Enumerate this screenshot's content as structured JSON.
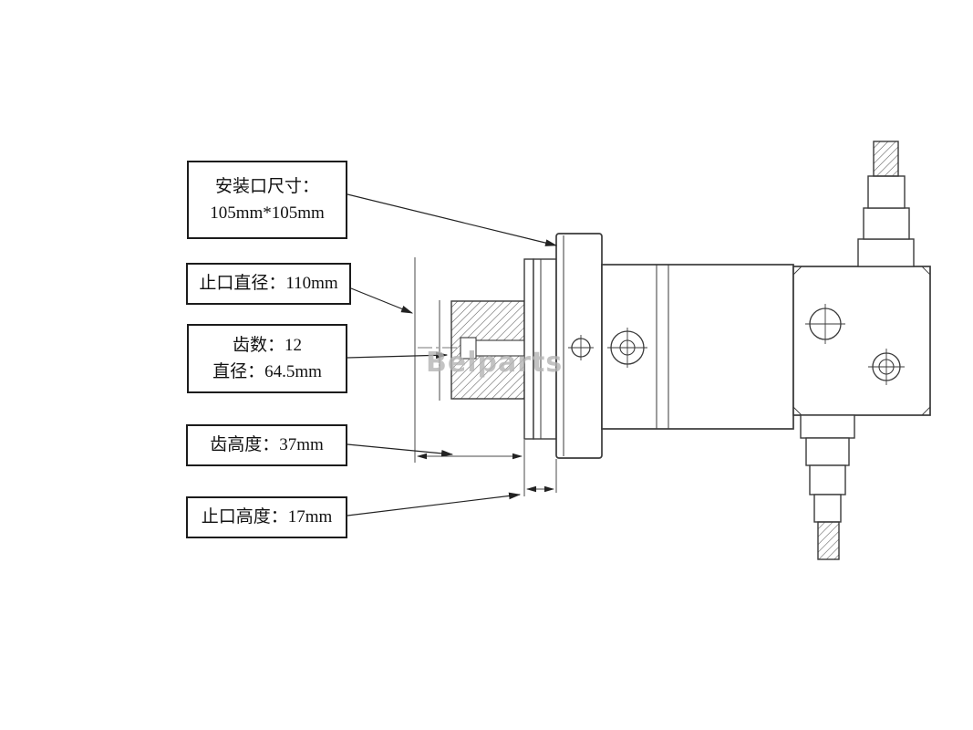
{
  "labels": {
    "mount_size_line1": "安装口尺寸：",
    "mount_size_line2": "105mm*105mm",
    "spigot_diameter": "止口直径：110mm",
    "teeth_count": "齿数：12",
    "teeth_diameter": "直径：64.5mm",
    "tooth_height": "齿高度：37mm",
    "spigot_height": "止口高度：17mm"
  },
  "watermark": "Belparts",
  "colors": {
    "line": "#3a3a3a",
    "thin_line": "#4a4a4a",
    "centerline": "#777777",
    "watermark": "#b5b5b5"
  }
}
